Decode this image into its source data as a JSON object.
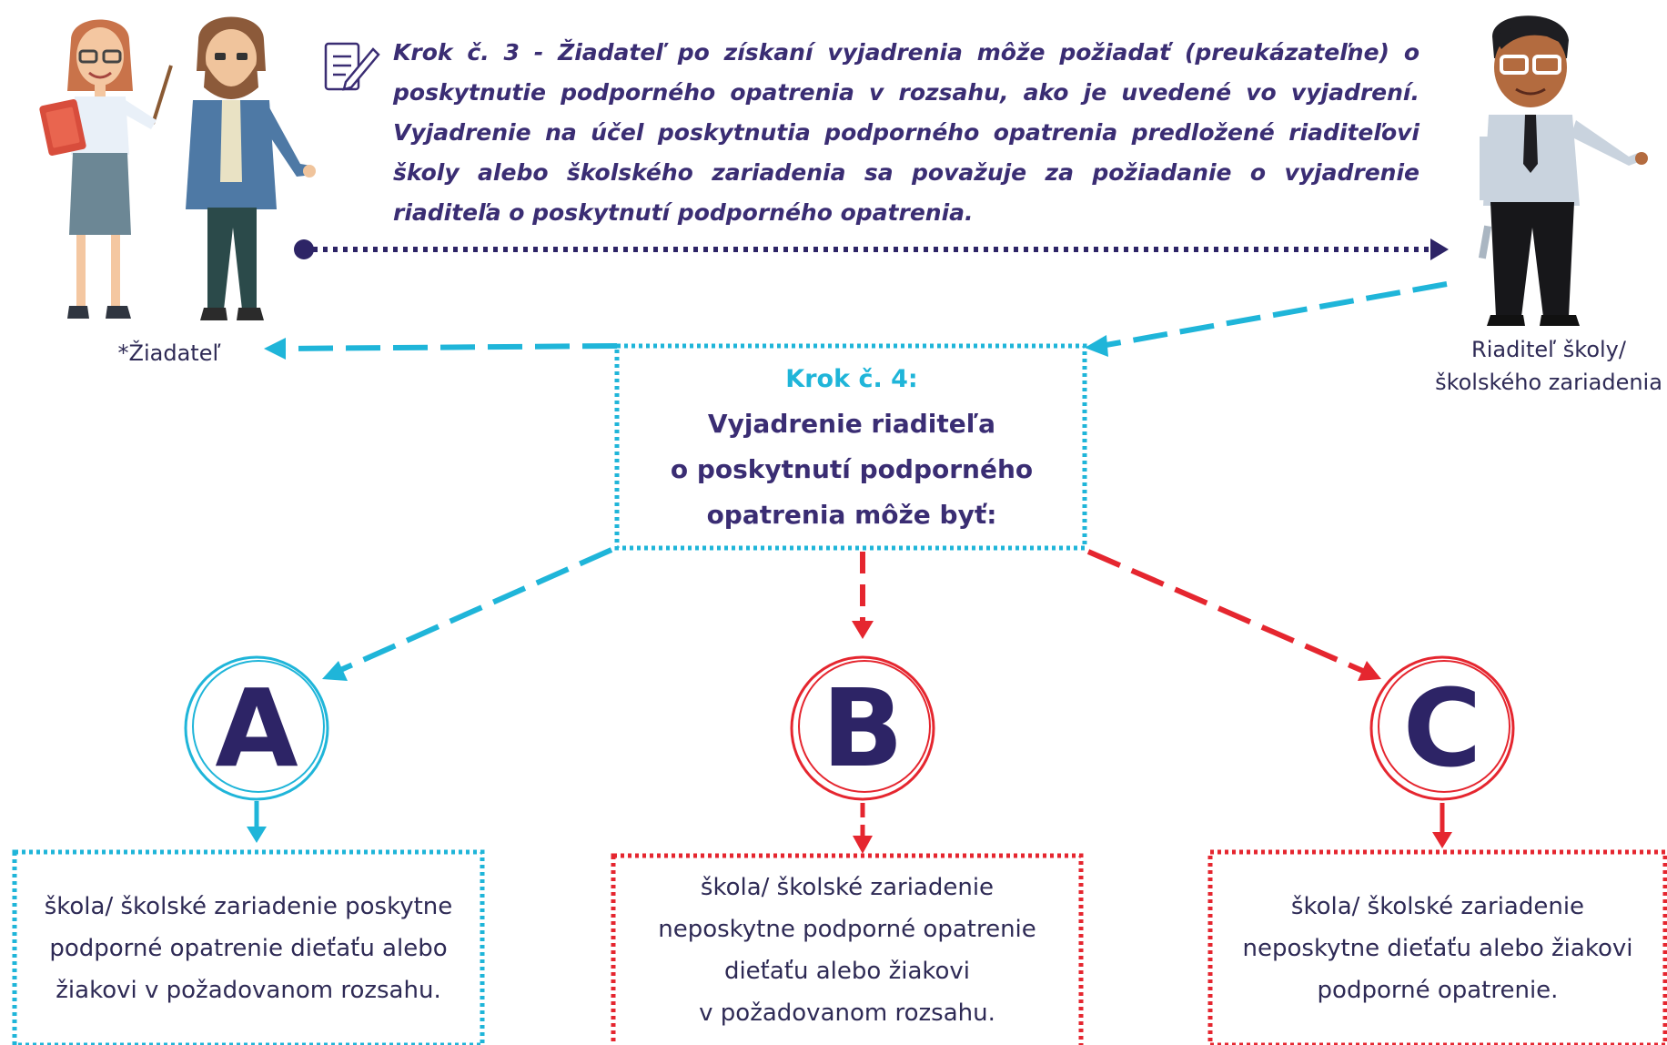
{
  "step3": {
    "text": "Krok č. 3 - Žiadateľ po získaní vyjadrenia môže požiadať (preukázateľne) o poskytnutie podporného opatrenia v rozsahu, ako je uvedené vo vyjadrení. Vyjadrenie na účel poskytnutia podporného opatrenia predložené riaditeľovi školy alebo školského zariadenia sa považuje za požiadanie o vyjadrenie riaditeľa o poskytnutí podporného opatrenia."
  },
  "actors": {
    "applicant_label": "*Žiadateľ",
    "director_label_line1": "Riaditeľ školy/",
    "director_label_line2": "školského zariadenia"
  },
  "step4": {
    "title": "Krok č. 4:",
    "line1": "Vyjadrenie riaditeľa",
    "line2": "o poskytnutí podporného",
    "line3": "opatrenia môže byť:"
  },
  "options": [
    {
      "letter": "A",
      "color": "#1fb5d9",
      "line1": "škola/ školské zariadenie poskytne",
      "line2": "podporné opatrenie dieťaťu alebo",
      "line3": "žiakovi v požadovanom rozsahu."
    },
    {
      "letter": "B",
      "color": "#e5262f",
      "line1": "škola/ školské zariadenie",
      "line2": "neposkytne podporné opatrenie",
      "line3": "dieťaťu alebo žiakovi",
      "line4": "v požadovanom rozsahu."
    },
    {
      "letter": "C",
      "color": "#e5262f",
      "line1": "škola/ školské zariadenie",
      "line2": "neposkytne dieťaťu alebo žiakovi",
      "line3": "podporné opatrenie."
    }
  ],
  "colors": {
    "cyan": "#1fb5d9",
    "red": "#e5262f",
    "navy": "#2d2466"
  },
  "icons": [
    "document-edit-icon",
    "teacher-figure",
    "man-figure",
    "director-figure"
  ]
}
